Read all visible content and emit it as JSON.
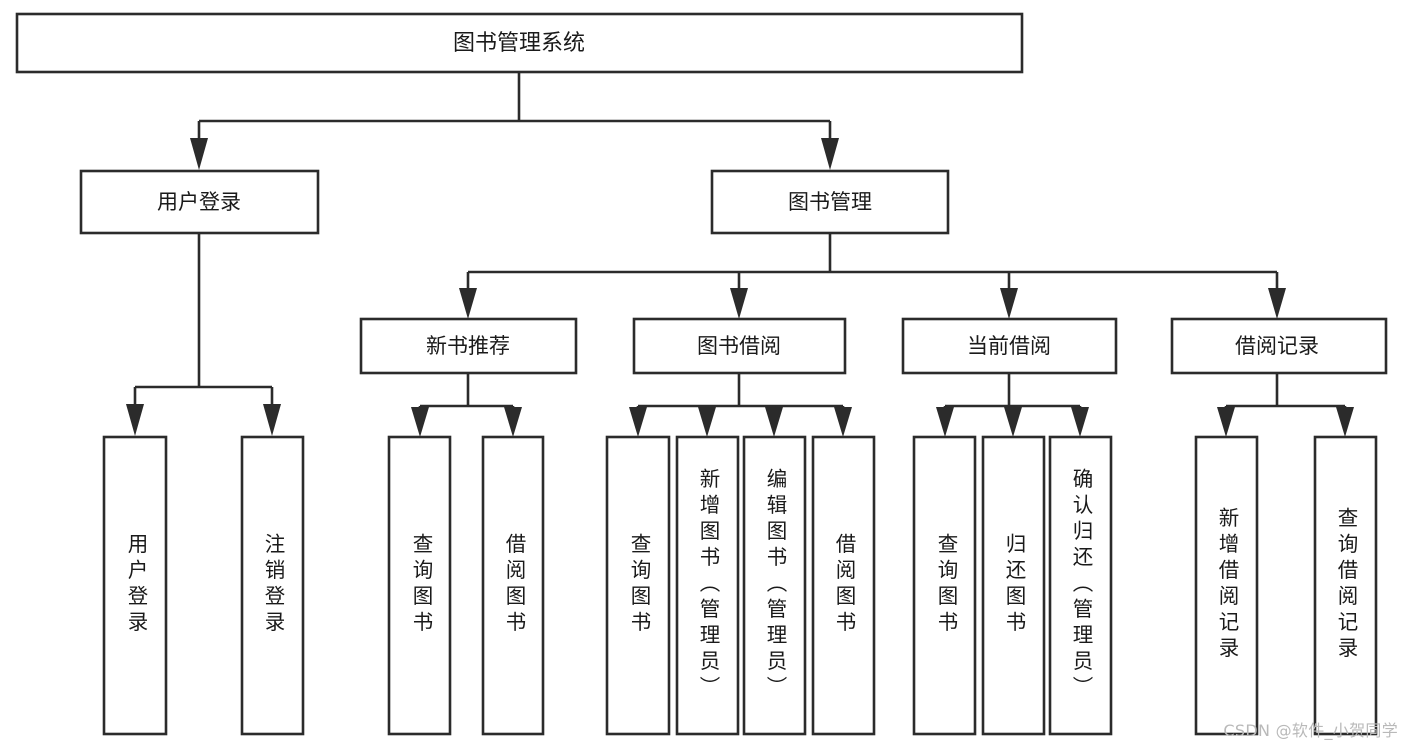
{
  "diagram": {
    "title": "图书管理系统",
    "type": "tree",
    "root": {
      "label": "图书管理系统",
      "orientation": "horizontal"
    },
    "level2": [
      {
        "label": "用户登录",
        "orientation": "horizontal"
      },
      {
        "label": "图书管理",
        "orientation": "horizontal"
      }
    ],
    "level3": [
      {
        "label": "新书推荐",
        "orientation": "horizontal"
      },
      {
        "label": "图书借阅",
        "orientation": "horizontal"
      },
      {
        "label": "当前借阅",
        "orientation": "horizontal"
      },
      {
        "label": "借阅记录",
        "orientation": "horizontal"
      }
    ],
    "leaves": {
      "user_login": [
        {
          "label": "用户登录",
          "orientation": "vertical"
        },
        {
          "label": "注销登录",
          "orientation": "vertical"
        }
      ],
      "new_book_recommend": [
        {
          "label": "查询图书",
          "orientation": "vertical"
        },
        {
          "label": "借阅图书",
          "orientation": "vertical"
        }
      ],
      "book_borrow": [
        {
          "label": "查询图书",
          "orientation": "vertical"
        },
        {
          "label": "新增图书（管理员）",
          "orientation": "vertical"
        },
        {
          "label": "编辑图书（管理员）",
          "orientation": "vertical"
        },
        {
          "label": "借阅图书",
          "orientation": "vertical"
        }
      ],
      "current_borrow": [
        {
          "label": "查询图书",
          "orientation": "vertical"
        },
        {
          "label": "归还图书",
          "orientation": "vertical"
        },
        {
          "label": "确认归还（管理员）",
          "orientation": "vertical"
        }
      ],
      "borrow_record": [
        {
          "label": "新增借阅记录",
          "orientation": "vertical"
        },
        {
          "label": "查询借阅记录",
          "orientation": "vertical"
        }
      ]
    },
    "colors": {
      "stroke": "#2b2b2b",
      "fill": "#ffffff",
      "text": "#1a1a1a",
      "watermark": "#b9b9b9",
      "background": "#ffffff"
    }
  },
  "watermark": {
    "text": "CSDN @软件_小贺同学"
  }
}
